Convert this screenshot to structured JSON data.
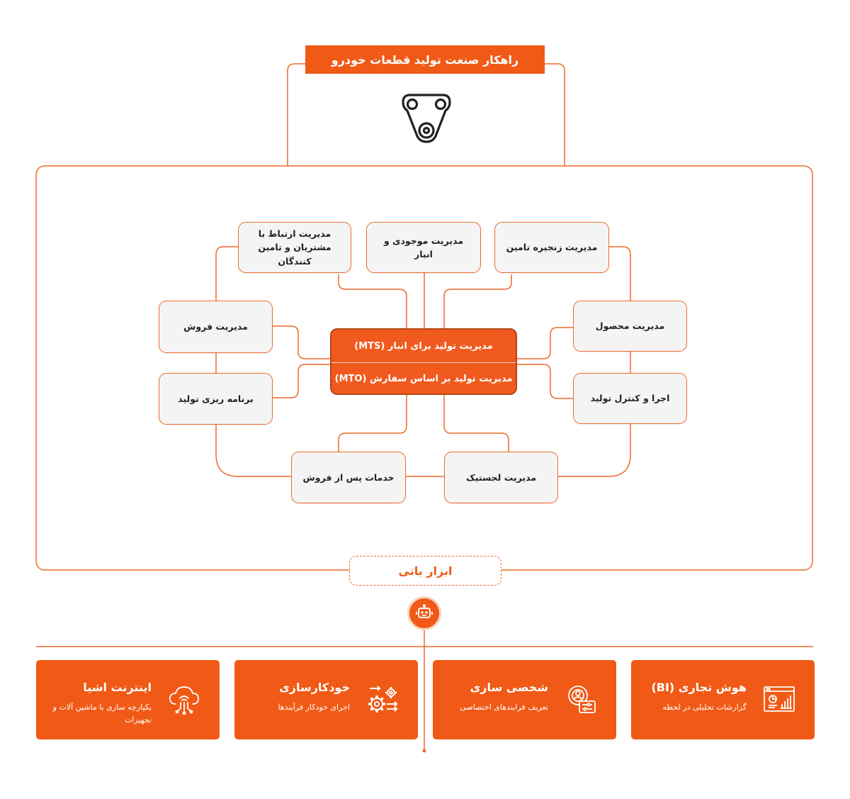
{
  "header": {
    "title": "راهکار صنعت تولید قطعات خودرو",
    "icon": "belt-pulley-icon"
  },
  "center": {
    "line1": "مدیریت تولید برای انبار (MTS)",
    "line2": "مدیریت تولید بر اساس سفارش (MTO)"
  },
  "modules": {
    "customer_relations": "مدیریت ارتباط با مشتریان و تامین کنندگان",
    "inventory": "مدیریت موجودی و انبار",
    "supply_chain": "مدیریت زنجیره تامین",
    "sales": "مدیریت فروش",
    "product": "مدیریت محصول",
    "production_planning": "برنامه ریزی تولید",
    "execution_control": "اجرا و کنترل تولید",
    "after_sales": "خدمات پس از فروش",
    "logistics": "مدیریت لجستیک"
  },
  "tools": {
    "label": "ابزار باتی",
    "icon": "robot-icon"
  },
  "cards": [
    {
      "title": "اینترنت اشیا",
      "desc": "یکپارچه سازی با ماشین آلات و تجهیزات",
      "icon": "iot-cloud-icon"
    },
    {
      "title": "خودکارسازی",
      "desc": "اجرای خودکار فرآیندها",
      "icon": "automation-gears-icon"
    },
    {
      "title": "شخصی سازی",
      "desc": "تعریف فرایندهای اختصاصی",
      "icon": "customization-icon"
    },
    {
      "title": "هوش تجاری (BI)",
      "desc": "گزارشات تحلیلی در لحظه",
      "icon": "bi-dashboard-icon"
    }
  ],
  "colors": {
    "accent": "#f05a16",
    "node_fill": "#f4f4f4",
    "center_border": "#b84417"
  }
}
